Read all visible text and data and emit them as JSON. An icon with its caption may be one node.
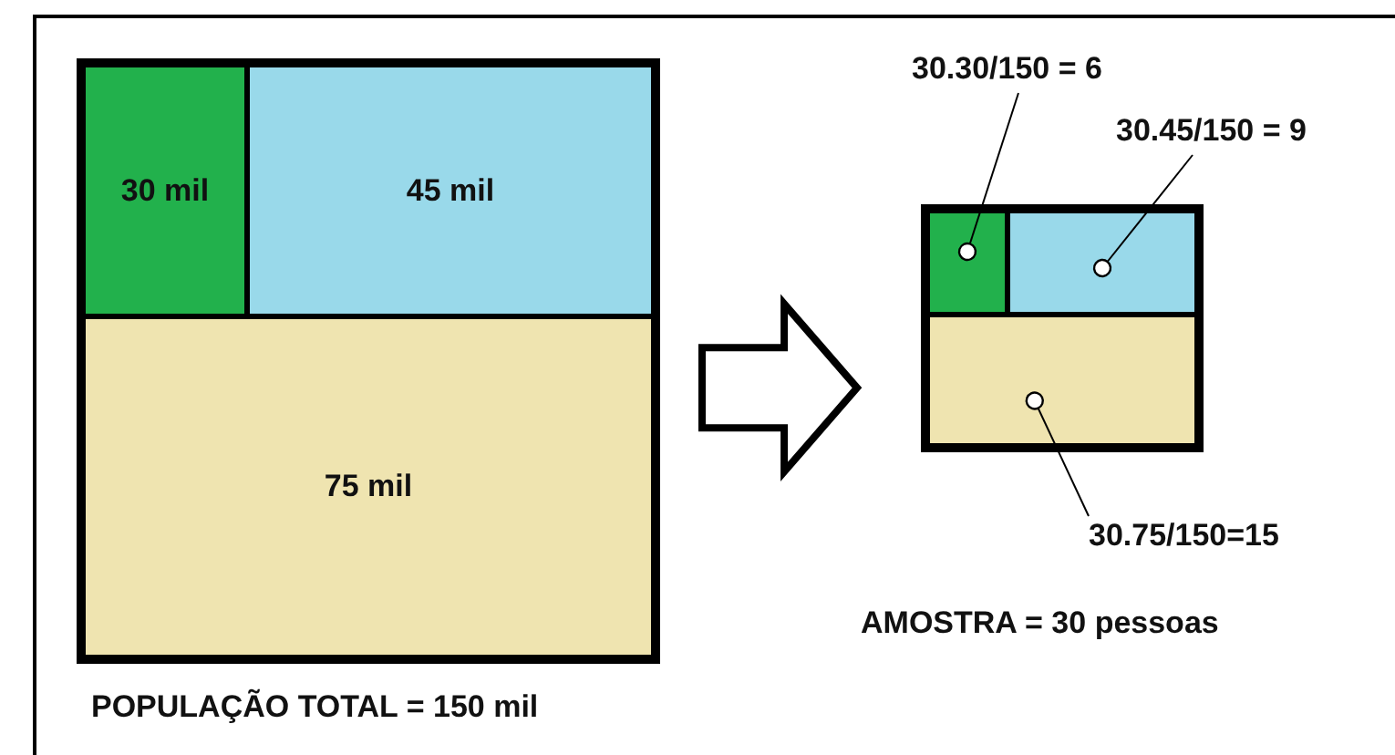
{
  "diagram": {
    "nodes": [
      {
        "text": [],
        "shape": "box"
      },
      {
        "text": [
          "30 mil"
        ],
        "in": 0
      },
      {
        "text": [
          "45 mil"
        ],
        "in": 0
      },
      {
        "text": [
          "75 mil"
        ],
        "in": 0
      },
      {
        "text": [],
        "shape": "box"
      },
      {
        "text": [],
        "shape": "box",
        "in": 4
      },
      {
        "text": [],
        "shape": "box",
        "in": 4
      },
      {
        "text": [],
        "shape": "box",
        "in": 4
      },
      {
        "text": [
          "30.30/150 = 6"
        ]
      },
      {
        "text": [
          "30.45/150 = 9"
        ]
      },
      {
        "text": [
          "30.75/150=15"
        ]
      }
    ],
    "edges": [
      {
        "from": 0,
        "to": 4,
        "arrow": "to"
      },
      {
        "from": 8,
        "to": 5,
        "arrow": "other"
      },
      {
        "from": 9,
        "to": 6,
        "arrow": "other"
      },
      {
        "from": 10,
        "to": 7,
        "arrow": "other"
      }
    ],
    "labels": [
      "POPULAÇÃO TOTAL = 150 mil",
      "AMOSTRA = 30 pessoas"
    ]
  }
}
